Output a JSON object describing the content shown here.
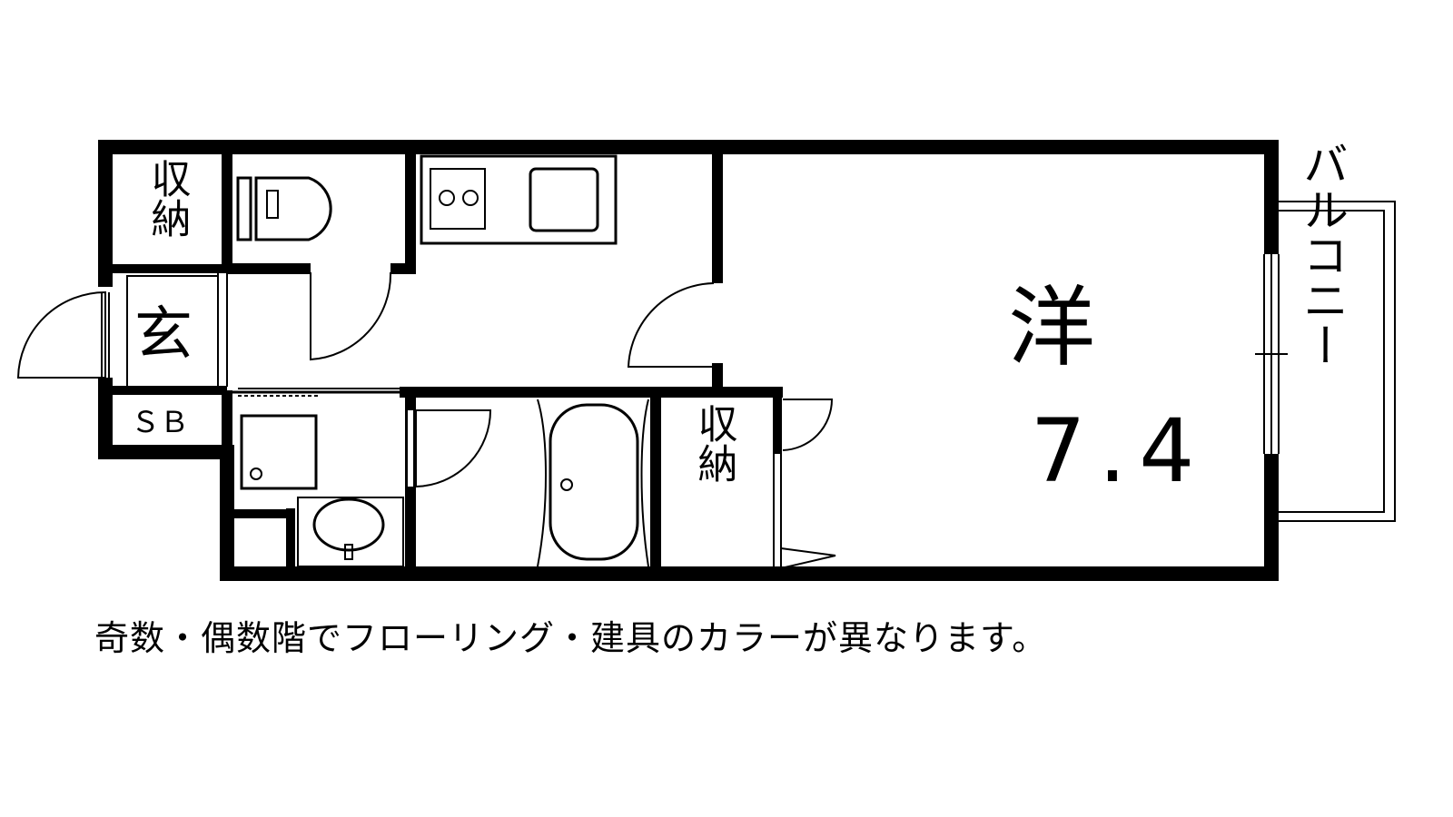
{
  "rooms": {
    "storage_top_left": "収納",
    "entrance": "玄",
    "shoe_box": "ＳＢ",
    "western_room": "洋",
    "western_room_size": "7.4",
    "storage_middle": "収納",
    "balcony": "バルコニー"
  },
  "note": "奇数・偶数階でフローリング・建具のカラーが異なります。",
  "colors": {
    "line": "#000000",
    "background": "#ffffff"
  }
}
